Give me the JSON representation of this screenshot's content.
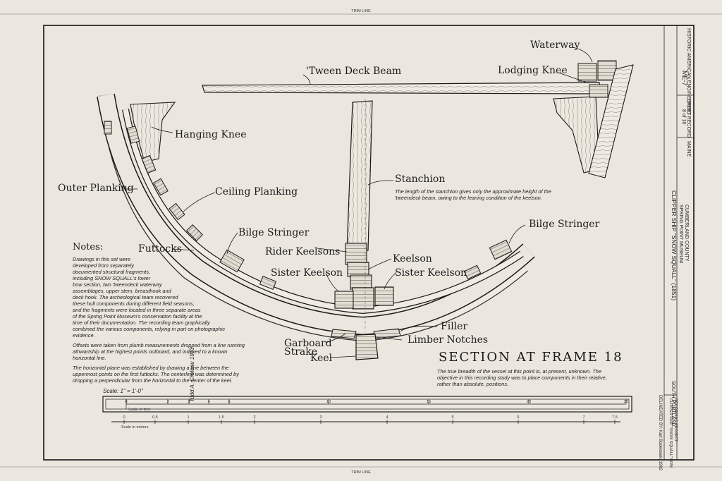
{
  "drawing": {
    "title": "SECTION AT FRAME 18",
    "labels": {
      "waterway": "Waterway",
      "tween_deck_beam": "'Tween Deck Beam",
      "lodging_knee": "Lodging Knee",
      "hanging_knee": "Hanging Knee",
      "outer_planking": "Outer Planking",
      "ceiling_planking": "Ceiling Planking",
      "stanchion": "Stanchion",
      "bilge_stringer_left": "Bilge Stringer",
      "bilge_stringer_right": "Bilge Stringer",
      "futtocks": "Futtocks",
      "rider_keelsons": "Rider Keelsons",
      "keelson": "Keelson",
      "sister_keelson_left": "Sister Keelson",
      "sister_keelson_right": "Sister Keelson",
      "filler": "Filler",
      "garboard_strake_1": "Garboard",
      "garboard_strake_2": "Strake",
      "keel": "Keel",
      "limber_notches": "Limber Notches"
    },
    "stanchion_note": [
      "The length of the stanchion gives only the approximate height of the",
      "'tweendeck beam, owing to the leaning condition of the keelson."
    ],
    "breadth_note": [
      "The true breadth of the vessel at this point is, at present, unknown.  The",
      "objective in this recording study was to place components in their relative,",
      "rather than absolute, positions."
    ],
    "signature": "Todd A. Croteau  1993"
  },
  "notes": {
    "heading": "Notes:",
    "paragraph1": [
      "Drawings in this set were",
      "developed from separately",
      "documented structural fragments,",
      "including SNOW SQUALL's lower",
      "bow section, two 'tweendeck waterway",
      "assemblages, upper stem, breasthook and",
      "deck hook.  The archeological team recovered",
      "these hull components during different field seasons,",
      "and the fragments were located in three separate areas",
      "of the Spring Point Museum's conservation facility at the",
      "time of their documentation.  The recording team graphically",
      "combined the various components, relying in part on photographic",
      "evidence."
    ],
    "paragraph2": [
      "Offsets were taken from plumb measurements dropped from a line running",
      "athwartship at the highest points outboard, and indexed to a known",
      "horizontal line."
    ],
    "paragraph3": [
      "The horizontal plane was established by drawing a line between the",
      "uppermost points on the first futtocks.  The centerline was determined by",
      "dropping a perpendicular from the horizontal to the center of the keel."
    ]
  },
  "scale": {
    "label": "Scale:  1\" = 1'-0\"",
    "feet_caption": "Scale in feet",
    "meters_caption": "Scale in meters",
    "feet_ticks": [
      "0",
      "2",
      "3",
      "4",
      "5",
      "10",
      "15",
      "20",
      "25"
    ],
    "meter_ticks": [
      "0",
      "0.5",
      "1",
      "1.5",
      "2",
      "3",
      "4",
      "5",
      "6",
      "7",
      "7.5"
    ]
  },
  "title_block": {
    "vessel": "CLIPPER SHIP \"SNOW SQUALL\" (1851)",
    "location_1": "SPRING POINT MUSEUM",
    "location_2": "CUMBERLAND COUNTY",
    "town": "SOUTH PORTLAND",
    "state": "MAINE",
    "sheet_label": "SHEET",
    "sheet_value": "8 of 10",
    "survey_label": "HISTORIC AMERICAN ENGINEERING RECORD",
    "survey_number": "ME-7",
    "delineator": "DELINEATED BY: Karl Bodensiek, 1992",
    "project_1": "CLIPPER SHIP \"SNOW SQUALL\" BOW",
    "project_2": "RECORDING PROJECT"
  },
  "margins": {
    "top": "TRIM LINE",
    "bottom": "TRIM LINE"
  }
}
